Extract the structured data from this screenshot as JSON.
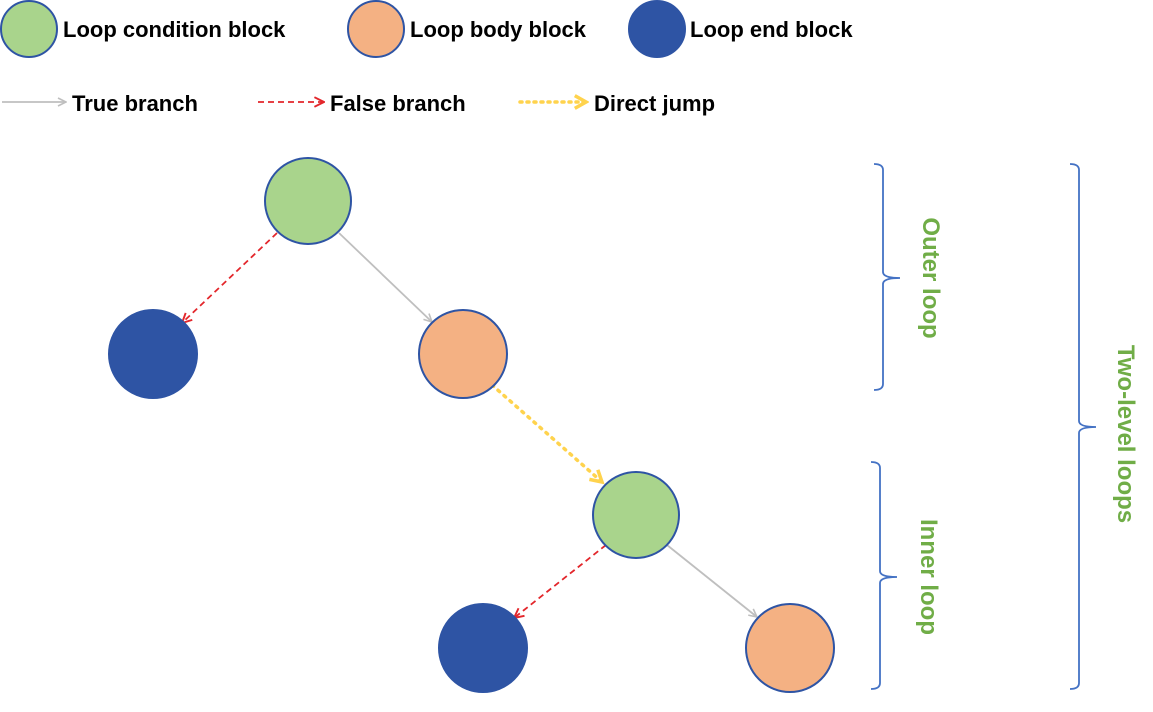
{
  "legend": {
    "nodes": [
      {
        "label": "Loop condition block",
        "color": "#a9d48c"
      },
      {
        "label": "Loop body block",
        "color": "#f4b183"
      },
      {
        "label": "Loop end block",
        "color": "#2e54a4"
      }
    ],
    "edges": [
      {
        "label": "True branch",
        "color": "#bfbfbf"
      },
      {
        "label": "False branch",
        "color": "#e3262b"
      },
      {
        "label": "Direct jump",
        "color": "#ffd34d"
      }
    ]
  },
  "brackets": {
    "outer_loop": "Outer loop",
    "inner_loop": "Inner loop",
    "two_level_loops": "Two-level loops"
  },
  "colors": {
    "node_stroke": "#2e54a4",
    "bracket": "#4472c4",
    "bracket_text": "#70ad47"
  }
}
